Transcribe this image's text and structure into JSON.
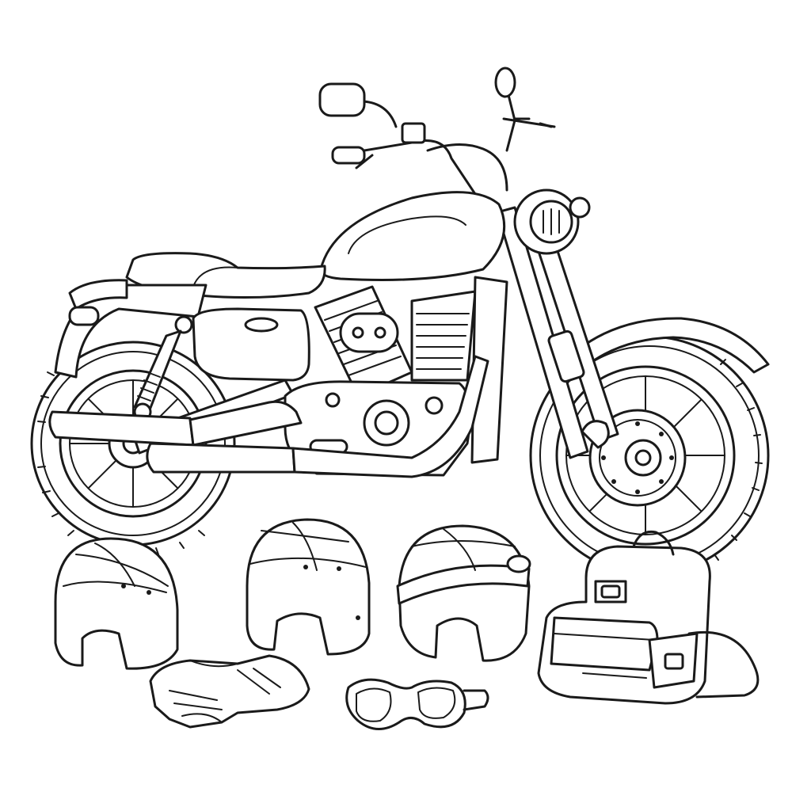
{
  "scene": {
    "style": "black line-art coloring page",
    "background_color": "#ffffff",
    "line_color": "#1a1a1a",
    "subjects": [
      "motorcycle",
      "helmet",
      "helmet",
      "helmet",
      "gloves",
      "goggles",
      "backpack"
    ]
  }
}
